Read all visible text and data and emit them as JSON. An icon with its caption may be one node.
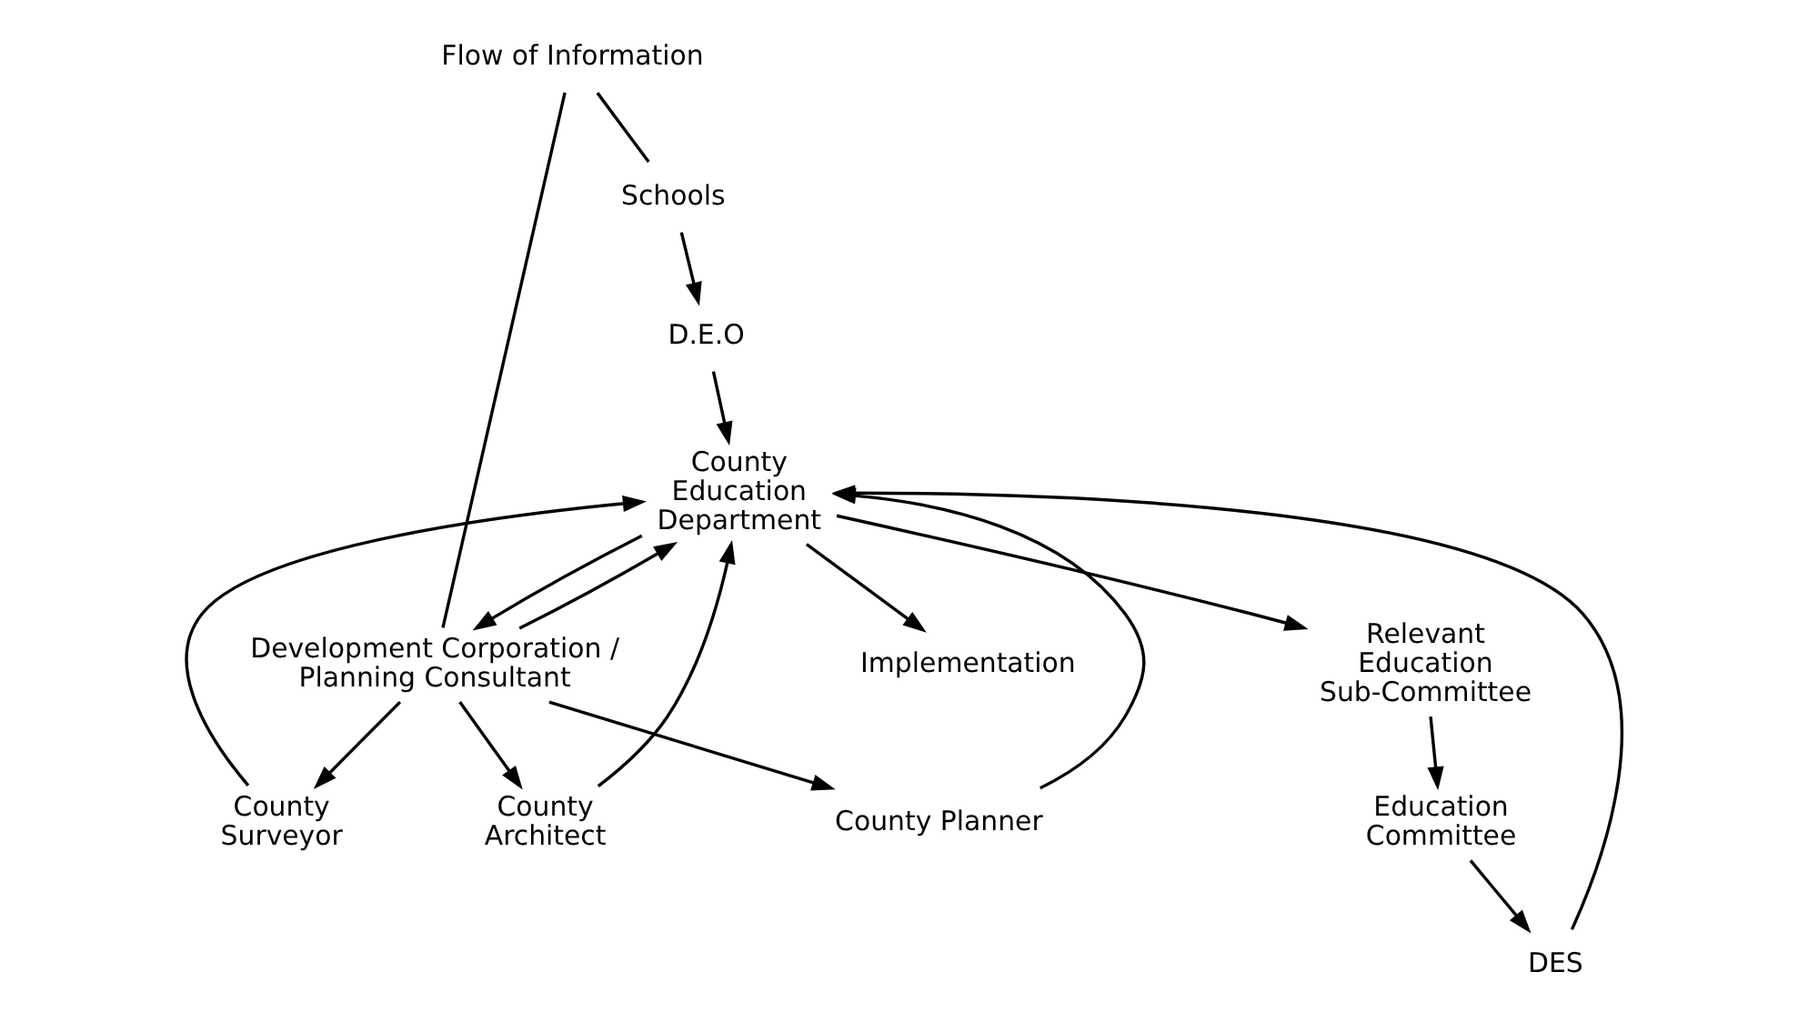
{
  "diagram": {
    "nodes": [
      {
        "text": [
          "Flow of Information"
        ]
      },
      {
        "text": [
          "Schools"
        ]
      },
      {
        "text": [
          "Development Corporation / Planning Consultant"
        ]
      },
      {
        "text": [
          "Implementation"
        ]
      },
      {
        "text": [
          "D.E.O"
        ]
      },
      {
        "text": [
          "County Surveyor"
        ]
      },
      {
        "text": [
          "County Architect"
        ]
      },
      {
        "text": [
          "County Planner"
        ]
      },
      {
        "text": [
          "County Education Department"
        ]
      },
      {
        "text": [
          "DES"
        ]
      },
      {
        "text": [
          "Relevant Education Sub-Committee"
        ]
      },
      {
        "text": [
          "Education Committee"
        ]
      }
    ],
    "edges": [
      {
        "from": 0,
        "to": 1,
        "arrow": "none"
      },
      {
        "from": 0,
        "to": 2,
        "arrow": "none"
      },
      {
        "from": 1,
        "to": 4,
        "arrow": "to"
      },
      {
        "from": 2,
        "to": 5,
        "arrow": "to"
      },
      {
        "from": 2,
        "to": 6,
        "arrow": "to"
      },
      {
        "from": 2,
        "to": 7,
        "arrow": "to"
      },
      {
        "from": 4,
        "to": 8,
        "arrow": "to"
      },
      {
        "from": 2,
        "to": 8,
        "arrow": "to"
      },
      {
        "from": 8,
        "to": 2,
        "arrow": "to"
      },
      {
        "from": 5,
        "to": 8,
        "arrow": "to"
      },
      {
        "from": 6,
        "to": 8,
        "arrow": "to"
      },
      {
        "from": 7,
        "to": 8,
        "arrow": "to"
      },
      {
        "from": 9,
        "to": 8,
        "arrow": "to"
      },
      {
        "from": 8,
        "to": 3,
        "arrow": "to"
      },
      {
        "from": 8,
        "to": 10,
        "arrow": "to"
      },
      {
        "from": 10,
        "to": 11,
        "arrow": "to"
      },
      {
        "from": 11,
        "to": 9,
        "arrow": "to"
      }
    ]
  }
}
